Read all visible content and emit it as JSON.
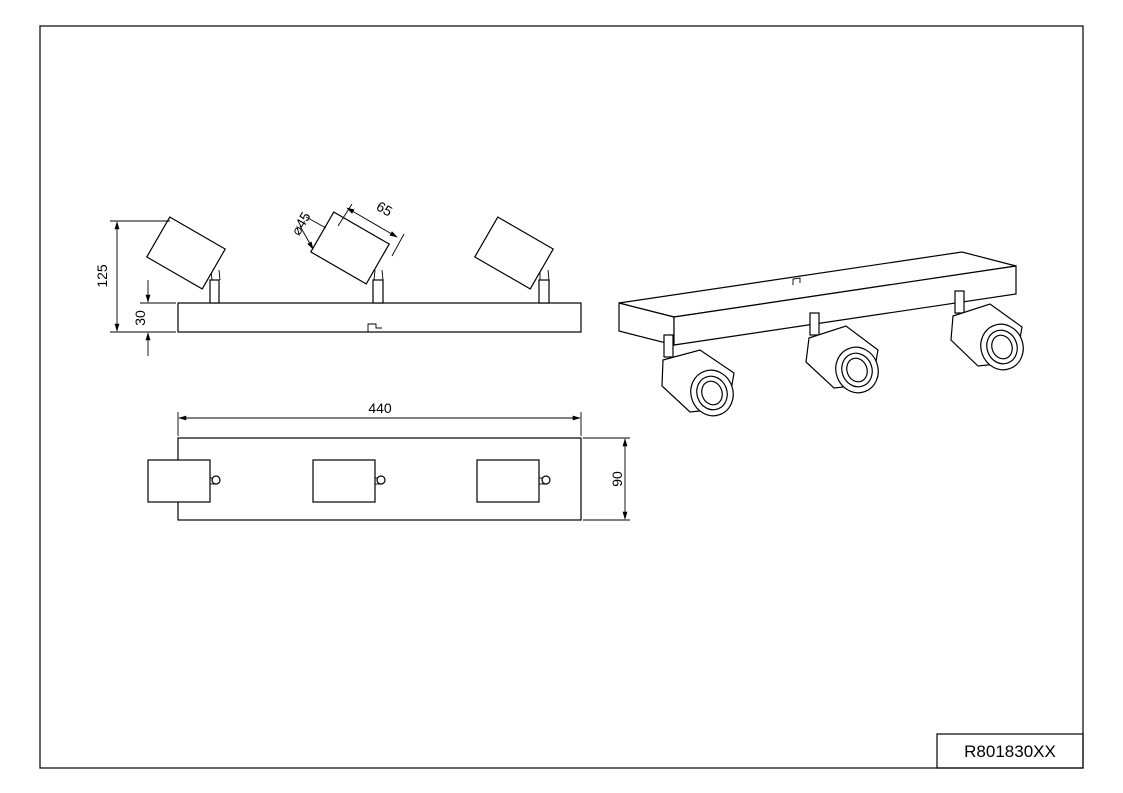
{
  "drawing": {
    "product_code": "R801830XX",
    "dimensions": {
      "height_total": "125",
      "base_height": "30",
      "diameter": "⌀45",
      "head_length": "65",
      "length": "440",
      "width": "90"
    }
  },
  "icons": {
    "arrowheads": "arrow-icon"
  }
}
